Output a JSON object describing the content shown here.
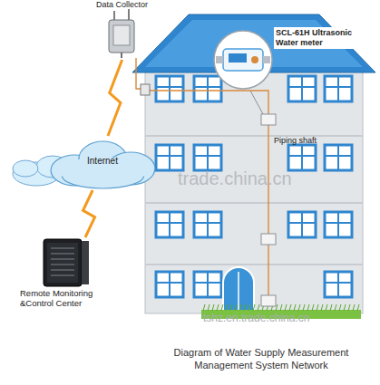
{
  "diagram": {
    "caption": "Diagram of Water Supply Measurement Management System Network",
    "nodes": [
      {
        "text": [
          "Data Collector"
        ]
      },
      {
        "text": [
          "SCL-61H Ultrasonic Water meter"
        ]
      },
      {
        "text": [
          "Internet"
        ]
      },
      {
        "text": [
          "Remote Monitoring &Control Center"
        ]
      }
    ],
    "edges": [
      {
        "from": 0,
        "to": 2,
        "arrow": "none"
      },
      {
        "from": 2,
        "to": 3,
        "arrow": "none"
      }
    ],
    "labels": [
      "Piping shaft",
      "trade.china.cn",
      "tshz.en.trade.china.cn"
    ]
  }
}
